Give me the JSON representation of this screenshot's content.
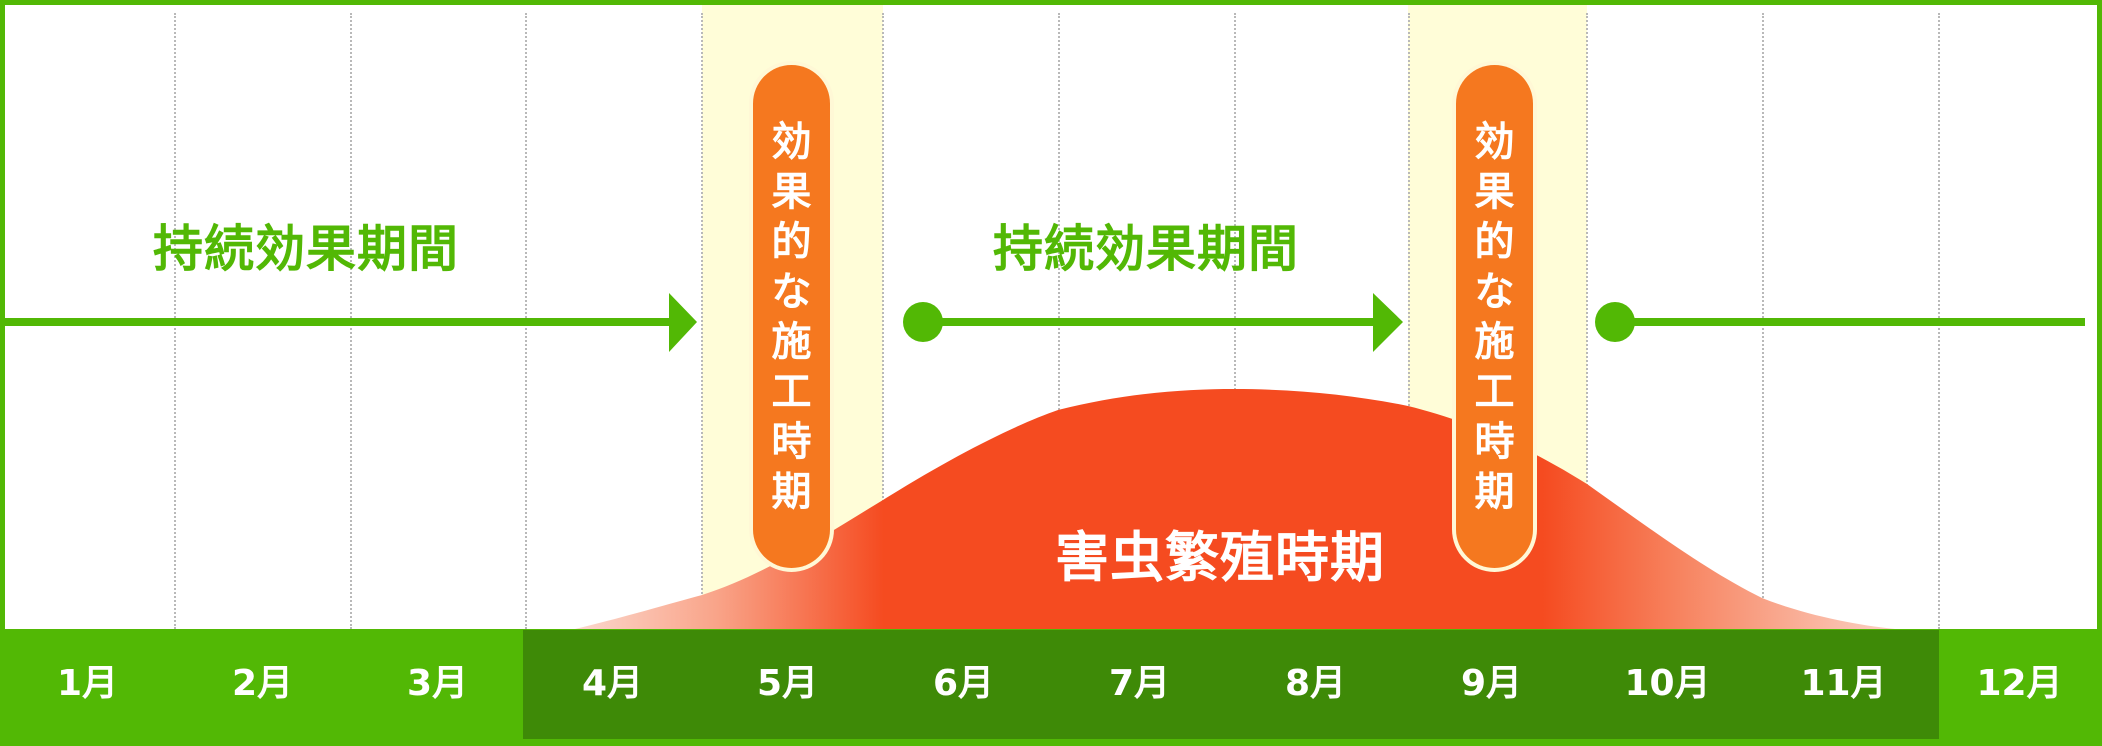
{
  "chart_data": {
    "type": "timeline",
    "title": "",
    "xlabel": "",
    "ylabel": "",
    "categories": [
      "1月",
      "2月",
      "3月",
      "4月",
      "5月",
      "6月",
      "7月",
      "8月",
      "9月",
      "10月",
      "11月",
      "12月"
    ],
    "series": [
      {
        "name": "持続効果期間",
        "segments": [
          {
            "from": "1月",
            "to": "5月 (arrow end)"
          },
          {
            "from": "6月",
            "to": "9月 (arrow end)"
          },
          {
            "from": "10月",
            "to": "12月"
          }
        ]
      },
      {
        "name": "効果的な施工時期",
        "months": [
          "5月",
          "9月"
        ]
      },
      {
        "name": "害虫繁殖時期",
        "shape": "bell-curve",
        "start": "4月",
        "peak": "7月-8月",
        "end": "11月",
        "relative_intensity": [
          0,
          0,
          0,
          0.05,
          0.3,
          0.8,
          1.0,
          0.98,
          0.6,
          0.15,
          0.02,
          0
        ]
      }
    ],
    "highlighted_range": {
      "from": "4月",
      "to": "11月"
    },
    "grid": true,
    "legend": "none"
  },
  "colors": {
    "green": "#52b805",
    "dark_green": "#3e8a07",
    "orange_pill": "#f5781f",
    "pest_curve": "#f54b20",
    "pest_curve_fade": "#fad0c2",
    "highlight": "#fffdd8",
    "gridline": "#b9b9b9"
  },
  "labels": {
    "effect_period_1": "持続効果期間",
    "effect_period_2": "持続効果期間",
    "treatment_1": [
      "効",
      "果",
      "的",
      "な",
      "施",
      "工",
      "時",
      "期"
    ],
    "treatment_2": [
      "効",
      "果",
      "的",
      "な",
      "施",
      "工",
      "時",
      "期"
    ],
    "pest_breeding": "害虫繁殖時期"
  },
  "months": [
    "1月",
    "2月",
    "3月",
    "4月",
    "5月",
    "6月",
    "7月",
    "8月",
    "9月",
    "10月",
    "11月",
    "12月"
  ]
}
